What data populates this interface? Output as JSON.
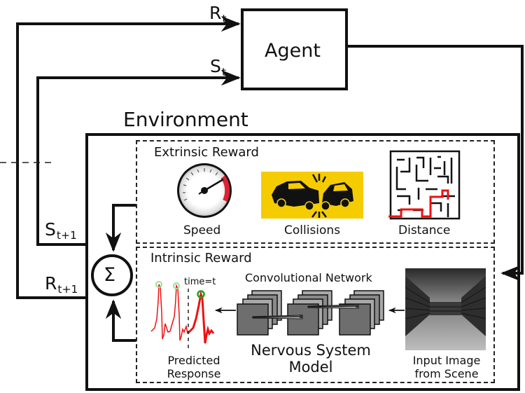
{
  "agent": {
    "label": "Agent"
  },
  "environment": {
    "label": "Environment"
  },
  "signals": {
    "reward_t": {
      "main": "R",
      "sub": "t"
    },
    "state_t": {
      "main": "S",
      "sub": "t"
    },
    "state_t1": {
      "main": "S",
      "sub": "t+1"
    },
    "reward_t1": {
      "main": "R",
      "sub": "t+1"
    }
  },
  "summation": {
    "symbol": "Σ"
  },
  "extrinsic": {
    "title": "Extrinsic Reward",
    "items": [
      {
        "label": "Speed",
        "icon": "speedometer-icon"
      },
      {
        "label": "Collisions",
        "icon": "car-collision-icon"
      },
      {
        "label": "Distance",
        "icon": "maze-icon"
      }
    ]
  },
  "intrinsic": {
    "title": "Intrinsic Reward",
    "conv_label": "Convolutional Network",
    "model_label_line1": "Nervous System",
    "model_label_line2": "Model",
    "response_line1": "Predicted",
    "response_line2": "Response",
    "time_marker": "time=t",
    "input_line1": "Input Image",
    "input_line2": "from Scene"
  },
  "colors": {
    "line": "#111111",
    "signal_red": "#ee1111",
    "peak_green_faded": "#9be09b",
    "peak_green": "#1aa31a",
    "collision_bg": "#f5cc00",
    "conv_front": "#6e6e6e",
    "conv_back": "#a9a9a9",
    "gauge_red": "#dd2233"
  }
}
